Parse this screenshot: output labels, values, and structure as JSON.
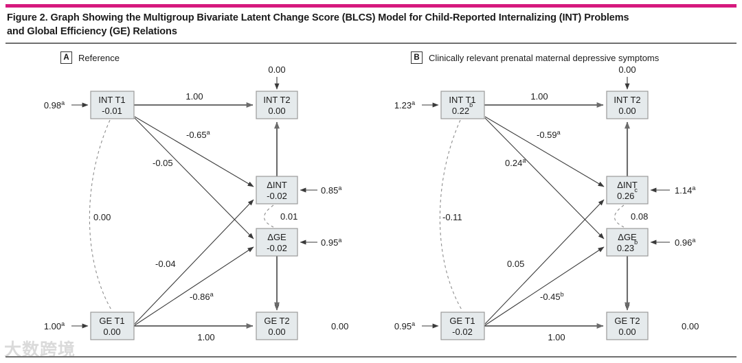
{
  "figure": {
    "title_line1": "Figure 2. Graph Showing the Multigroup Bivariate Latent Change Score (BLCS) Model for Child-Reported Internalizing (INT) Problems",
    "title_line2": "and Global Efficiency (GE) Relations",
    "accent_color": "#d6197d",
    "rule_color": "#6f6f6f",
    "node_fill": "#e5eaec",
    "node_stroke": "#9a9a9a",
    "watermark": "大数跨境"
  },
  "panels": [
    {
      "letter": "A",
      "title": "Reference",
      "nodes": {
        "int_t1": {
          "label": "INT T1",
          "value": "-0.01",
          "sup": ""
        },
        "int_t2": {
          "label": "INT T2",
          "value": "0.00",
          "sup": ""
        },
        "d_int": {
          "label": "ΔINT",
          "value": "-0.02",
          "sup": ""
        },
        "d_ge": {
          "label": "ΔGE",
          "value": "-0.02",
          "sup": ""
        },
        "ge_t1": {
          "label": "GE T1",
          "value": "0.00",
          "sup": ""
        },
        "ge_t2": {
          "label": "GE T2",
          "value": "0.00",
          "sup": ""
        }
      },
      "edges": {
        "int_t1_variance": {
          "value": "0.98",
          "sup": "a"
        },
        "ge_t1_variance": {
          "value": "1.00",
          "sup": "a"
        },
        "int_t2_residual": {
          "value": "0.00",
          "sup": ""
        },
        "ge_t2_residual": {
          "value": "0.00",
          "sup": ""
        },
        "d_int_variance": {
          "value": "0.85",
          "sup": "a"
        },
        "d_ge_variance": {
          "value": "0.95",
          "sup": "a"
        },
        "int_t1_to_int_t2": {
          "value": "1.00",
          "sup": ""
        },
        "ge_t1_to_ge_t2": {
          "value": "1.00",
          "sup": ""
        },
        "int_t1_to_d_int": {
          "value": "-0.65",
          "sup": "a"
        },
        "int_t1_to_d_ge": {
          "value": "-0.05",
          "sup": ""
        },
        "ge_t1_to_d_int": {
          "value": "-0.04",
          "sup": ""
        },
        "ge_t1_to_d_ge": {
          "value": "-0.86",
          "sup": "a"
        },
        "t1_covariance": {
          "value": "0.00",
          "sup": ""
        },
        "delta_covariance": {
          "value": "0.01",
          "sup": ""
        }
      }
    },
    {
      "letter": "B",
      "title": "Clinically relevant prenatal maternal depressive symptoms",
      "nodes": {
        "int_t1": {
          "label": "INT T1",
          "value": "0.22",
          "sup": "b"
        },
        "int_t2": {
          "label": "INT T2",
          "value": "0.00",
          "sup": ""
        },
        "d_int": {
          "label": "ΔINT",
          "value": "0.26",
          "sup": "c"
        },
        "d_ge": {
          "label": "ΔGE",
          "value": "0.23",
          "sup": "b"
        },
        "ge_t1": {
          "label": "GE T1",
          "value": "-0.02",
          "sup": ""
        },
        "ge_t2": {
          "label": "GE T2",
          "value": "0.00",
          "sup": ""
        }
      },
      "edges": {
        "int_t1_variance": {
          "value": "1.23",
          "sup": "a"
        },
        "ge_t1_variance": {
          "value": "0.95",
          "sup": "a"
        },
        "int_t2_residual": {
          "value": "0.00",
          "sup": ""
        },
        "ge_t2_residual": {
          "value": "0.00",
          "sup": ""
        },
        "d_int_variance": {
          "value": "1.14",
          "sup": "a"
        },
        "d_ge_variance": {
          "value": "0.96",
          "sup": "a"
        },
        "int_t1_to_int_t2": {
          "value": "1.00",
          "sup": ""
        },
        "ge_t1_to_ge_t2": {
          "value": "1.00",
          "sup": ""
        },
        "int_t1_to_d_int": {
          "value": "-0.59",
          "sup": "a"
        },
        "int_t1_to_d_ge": {
          "value": "0.24",
          "sup": "a"
        },
        "ge_t1_to_d_int": {
          "value": "0.05",
          "sup": ""
        },
        "ge_t1_to_d_ge": {
          "value": "-0.45",
          "sup": "b"
        },
        "t1_covariance": {
          "value": "-0.11",
          "sup": ""
        },
        "delta_covariance": {
          "value": "0.08",
          "sup": ""
        }
      }
    }
  ]
}
